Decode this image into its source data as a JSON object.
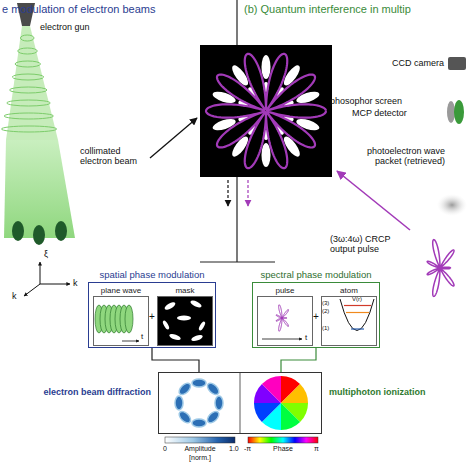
{
  "diagram": {
    "nodes": [
      {
        "text": [
          "spatial phase modulation"
        ]
      },
      {
        "text": [
          "plane wave"
        ],
        "in": 0
      },
      {
        "text": [
          "mask"
        ],
        "in": 0
      },
      {
        "text": [
          "spectral phase modulation"
        ]
      },
      {
        "text": [
          "pulse"
        ],
        "in": 3
      },
      {
        "text": [
          "atom"
        ],
        "in": 3
      },
      {
        "text": [
          "electron beam diffraction",
          "multiphoton ionization"
        ]
      }
    ],
    "edges": [
      {
        "from": 0,
        "to": 6,
        "arrow": "none"
      },
      {
        "from": 3,
        "to": 6,
        "arrow": "none"
      }
    ],
    "labels": [
      "e modulation of electron beams",
      "(b) Quantum interference in multip",
      "electron gun",
      "collimated electron beam",
      "CCD camera",
      "phosophor screen",
      "MCP detector",
      "photoelectron wave packet (retrieved)",
      "(3ω:4ω) CRCP output pulse",
      "+",
      "+",
      "t",
      "t",
      "ξ",
      "k",
      "k",
      "(1)",
      "(2)",
      "(3)",
      "V(r)",
      "0",
      "Amplitude",
      "1.0",
      "[norm.]",
      "-π",
      "Phase",
      "π"
    ]
  }
}
